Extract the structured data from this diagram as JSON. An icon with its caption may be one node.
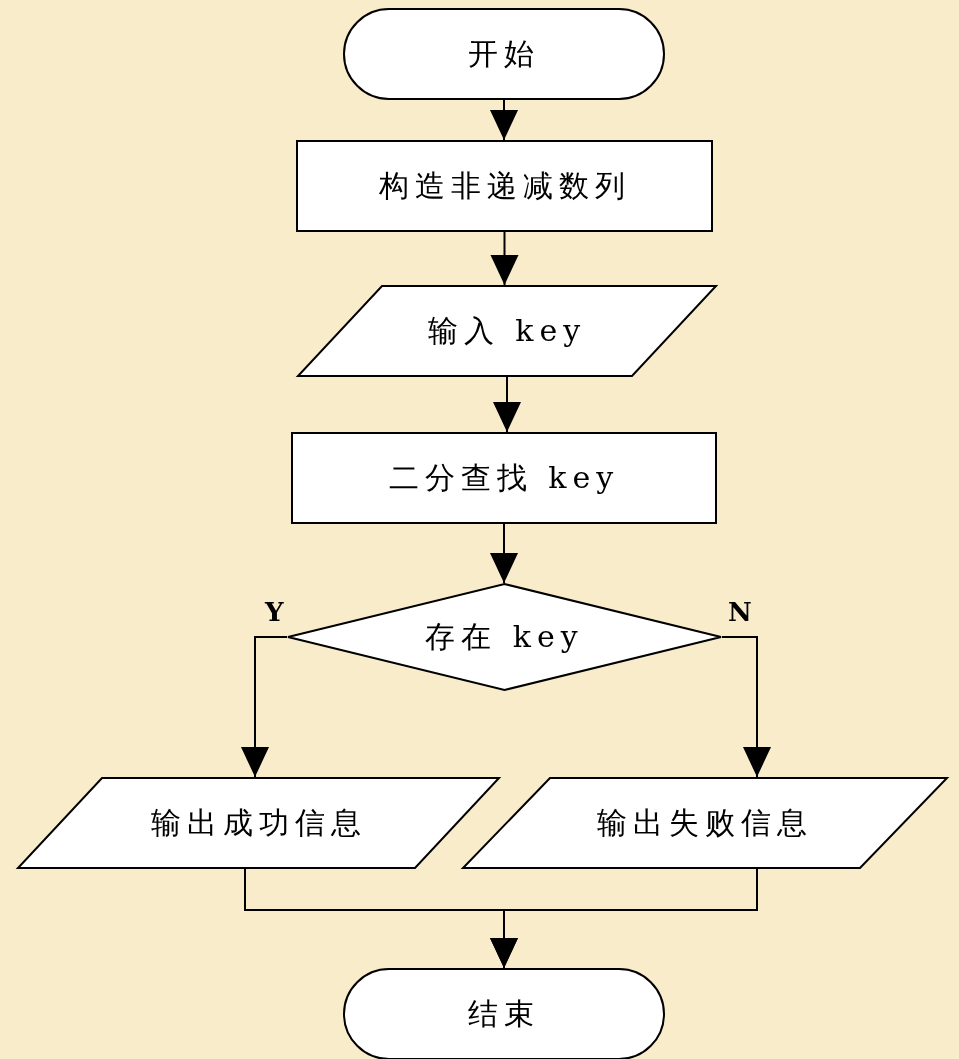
{
  "diagram": {
    "nodes": [
      {
        "text": [
          "开始"
        ]
      },
      {
        "text": [
          "构造非递减数列"
        ]
      },
      {
        "text": [
          "输入 key"
        ]
      },
      {
        "text": [
          "二分查找 key"
        ]
      },
      {
        "text": [
          "存在 key"
        ]
      },
      {
        "text": [
          "输出成功信息"
        ]
      },
      {
        "text": [
          "输出失败信息"
        ]
      },
      {
        "text": [
          "结束"
        ]
      }
    ],
    "edges": [
      {
        "from": 0,
        "to": 1,
        "arrow": "to"
      },
      {
        "from": 1,
        "to": 2,
        "arrow": "to"
      },
      {
        "from": 2,
        "to": 3,
        "arrow": "to"
      },
      {
        "from": 3,
        "to": 4,
        "arrow": "to"
      },
      {
        "from": 4,
        "to": 5,
        "arrow": "to",
        "label": "Y"
      },
      {
        "from": 4,
        "to": 6,
        "arrow": "to",
        "label": "N"
      },
      {
        "from": 5,
        "to": 7,
        "arrow": "to"
      },
      {
        "from": 6,
        "to": 7,
        "arrow": "to"
      }
    ]
  }
}
